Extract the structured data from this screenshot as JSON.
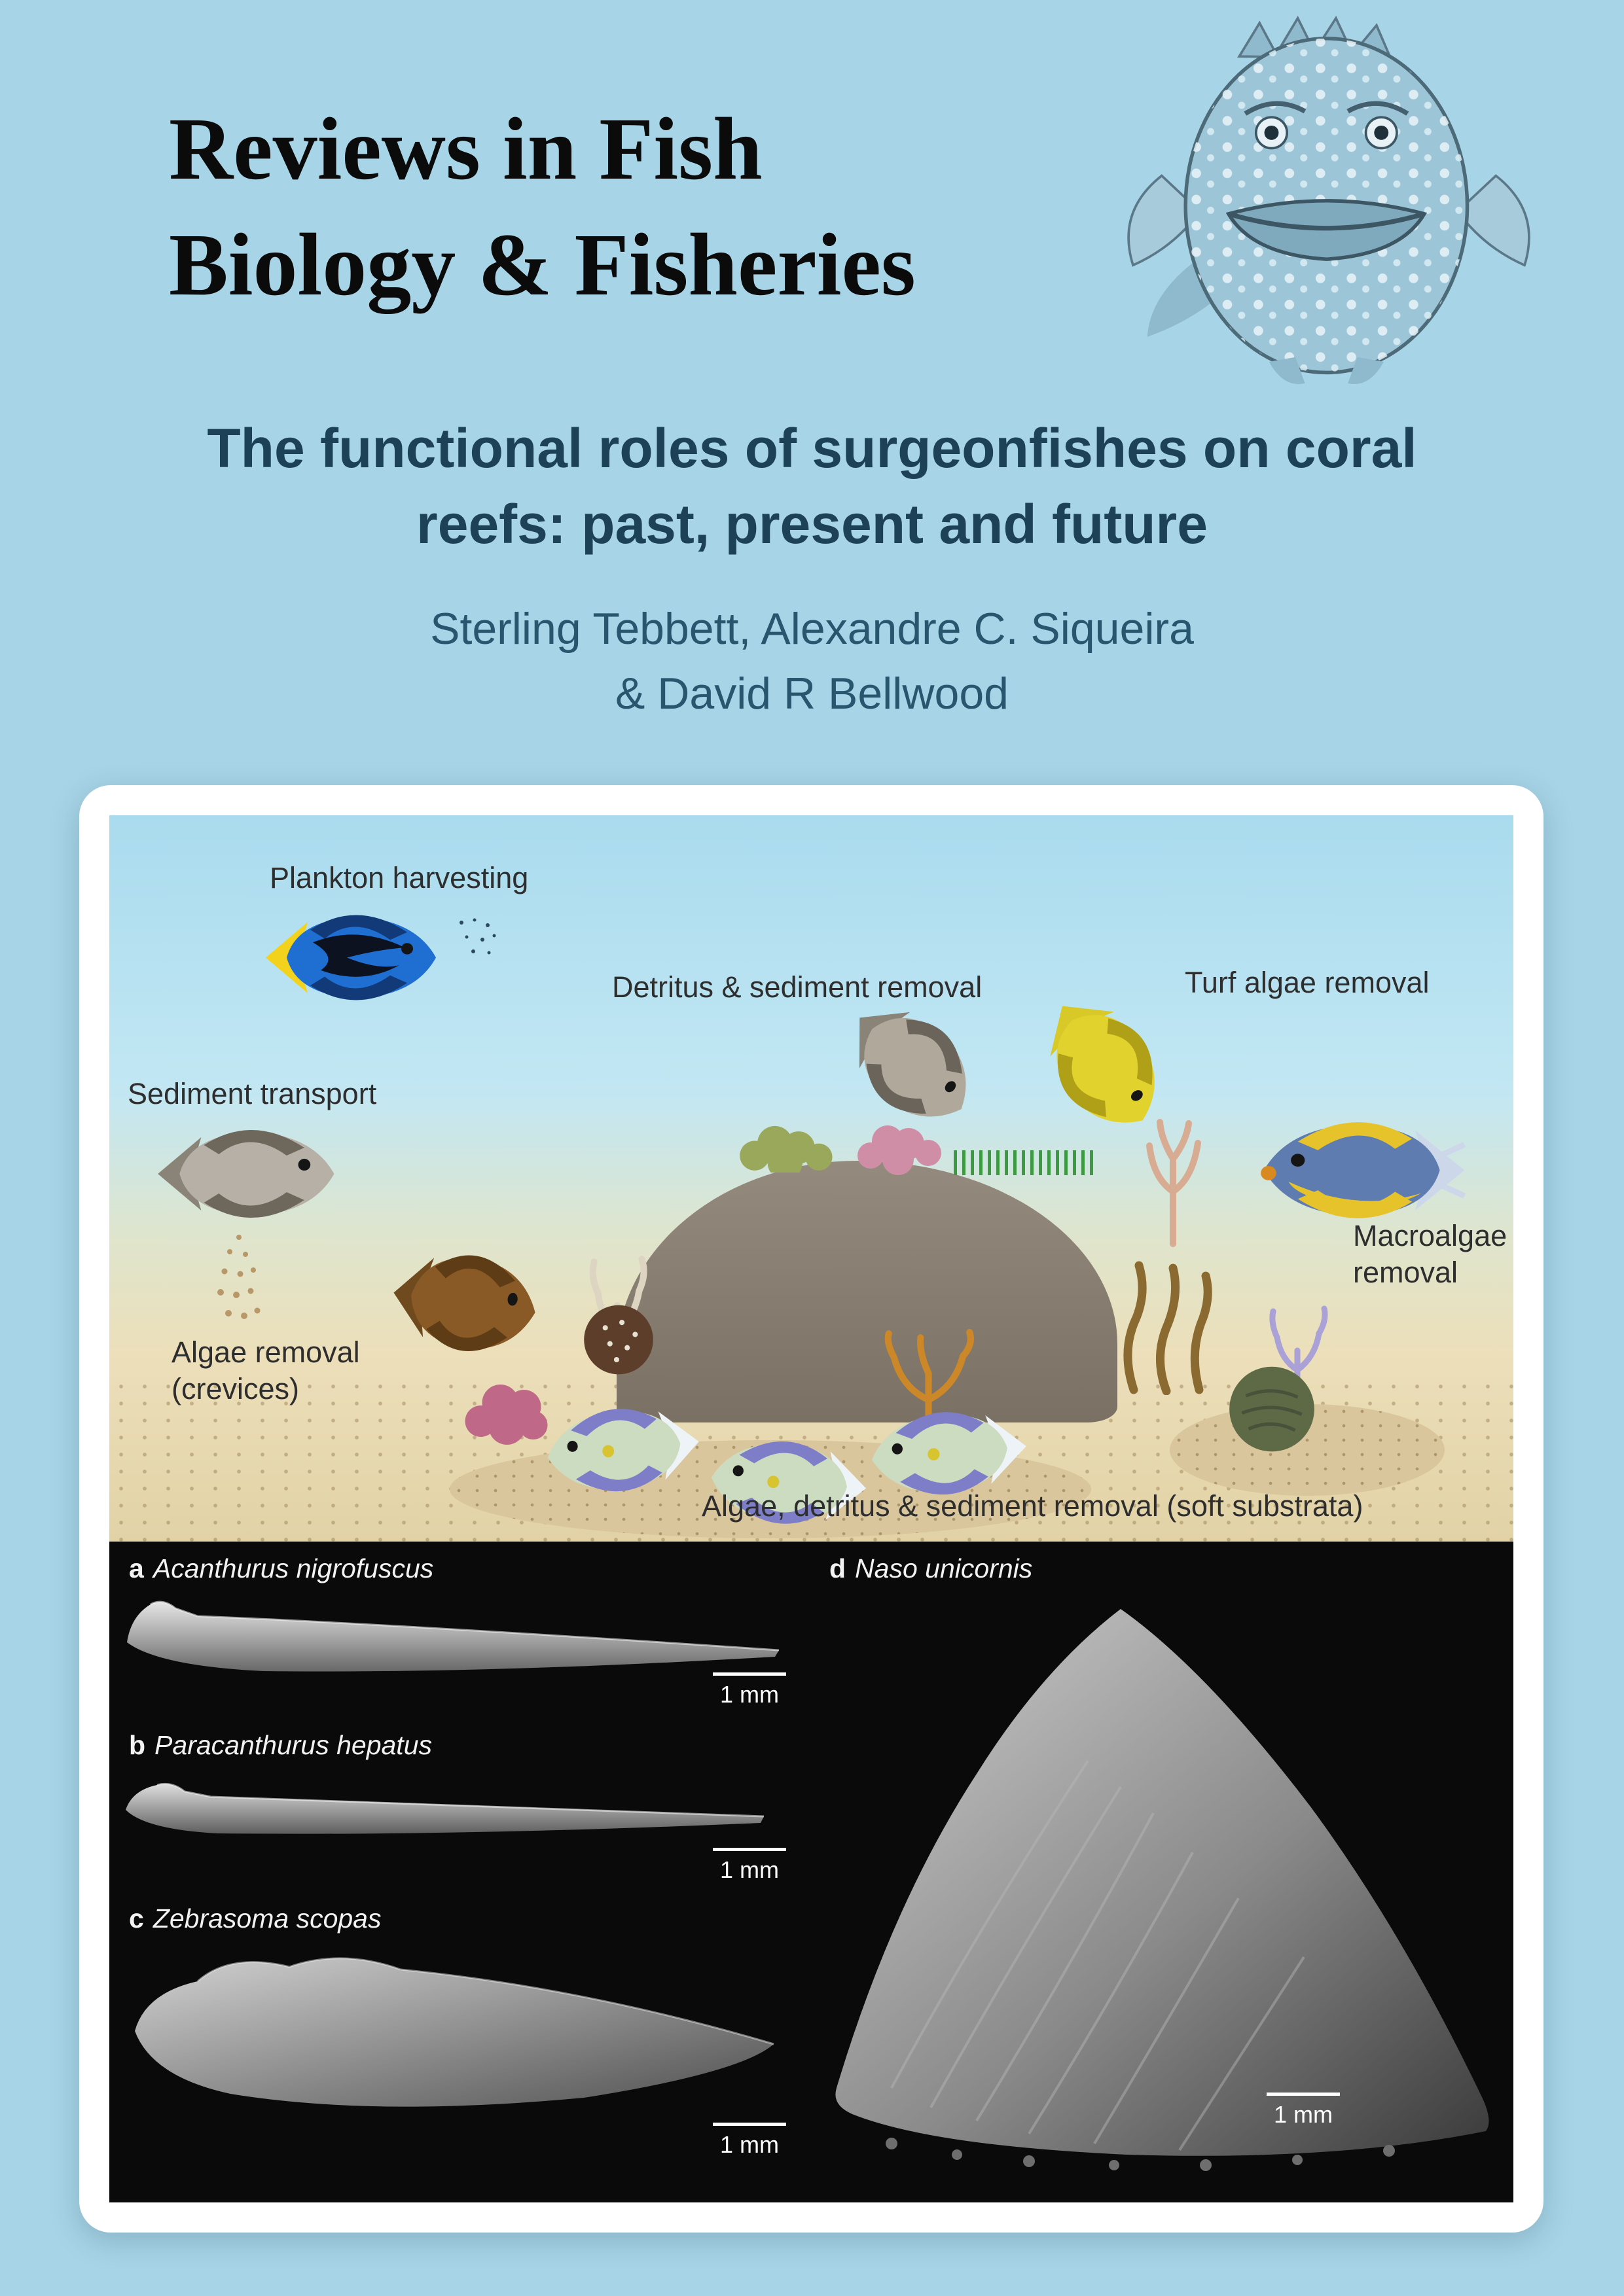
{
  "journal": {
    "title": "Reviews in Fish\nBiology & Fisheries"
  },
  "article": {
    "title_line1": "The functional roles of surgeonfishes on coral",
    "title_line2": "reefs: past, present and future",
    "authors_line1": "Sterling Tebbett, Alexandre C. Siqueira",
    "authors_line2": "& David R Bellwood"
  },
  "reef_figure": {
    "labels": {
      "plankton_harvesting": "Plankton harvesting",
      "detritus_sediment": "Detritus & sediment removal",
      "turf_algae": "Turf algae removal",
      "sediment_transport": "Sediment transport",
      "macroalgae": "Macroalgae\nremoval",
      "algae_crevices": "Algae removal\n(crevices)",
      "soft_substrata": "Algae, detritus & sediment removal (soft substrata)"
    }
  },
  "sem_figure": {
    "panels": [
      {
        "letter": "a",
        "species": "Acanthurus nigrofuscus",
        "scale_label": "1 mm"
      },
      {
        "letter": "b",
        "species": "Paracanthurus hepatus",
        "scale_label": "1 mm"
      },
      {
        "letter": "c",
        "species": "Zebrasoma scopas",
        "scale_label": "1 mm"
      },
      {
        "letter": "d",
        "species": "Naso unicornis",
        "scale_label": "1 mm"
      }
    ]
  },
  "colors": {
    "page_background": "#a7d4e6",
    "journal_title_text": "#0b0b0b",
    "article_title_text": "#1d4156",
    "authors_text": "#27566e",
    "card_background": "#ffffff",
    "sem_background": "#0a0a0a"
  }
}
